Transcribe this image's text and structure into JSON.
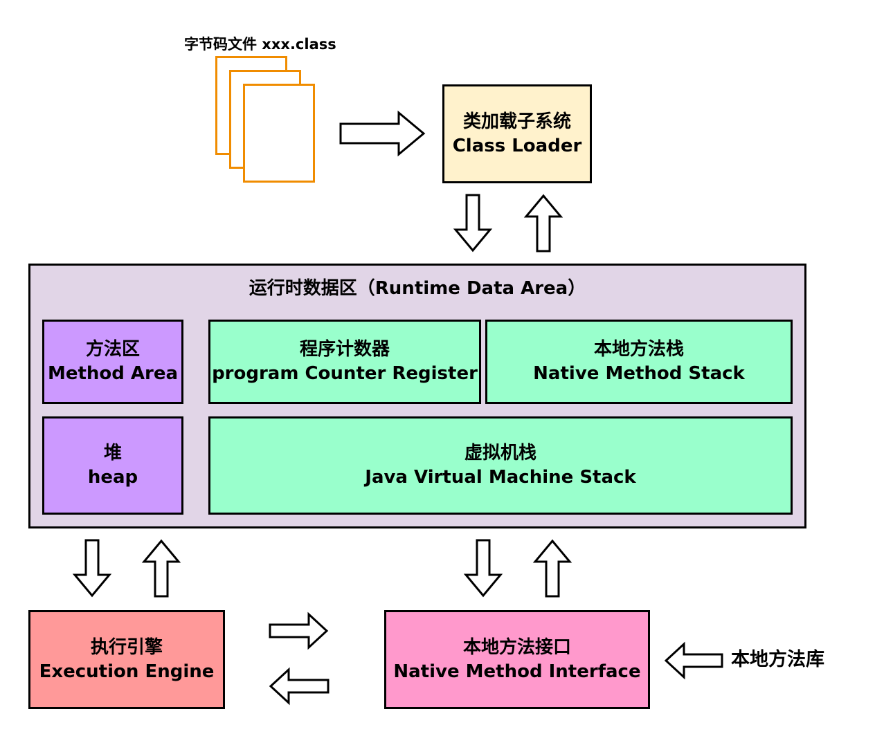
{
  "bytecode_label": "字节码文件 xxx.class",
  "class_loader": {
    "zh": "类加载子系统",
    "en": "Class Loader"
  },
  "runtime_area": {
    "title": "运行时数据区（Runtime Data Area）",
    "method_area": {
      "zh": "方法区",
      "en": "Method Area"
    },
    "pc_register": {
      "zh": "程序计数器",
      "en": "program Counter Register"
    },
    "native_stack": {
      "zh": "本地方法栈",
      "en": "Native Method Stack"
    },
    "heap": {
      "zh": "堆",
      "en": "heap"
    },
    "jvm_stack": {
      "zh": "虚拟机栈",
      "en": "Java Virtual Machine Stack"
    }
  },
  "execution_engine": {
    "zh": "执行引擎",
    "en": "Execution Engine"
  },
  "native_interface": {
    "zh": "本地方法接口",
    "en": "Native Method Interface"
  },
  "native_library_label": "本地方法库",
  "colors": {
    "class_loader": "#fff2cc",
    "runtime_area": "#e1d5e7",
    "purple_box": "#cc99ff",
    "green_box": "#99ffcc",
    "execution_engine": "#ff9999",
    "native_interface": "#ff99cc",
    "page_border": "#f08c00"
  }
}
